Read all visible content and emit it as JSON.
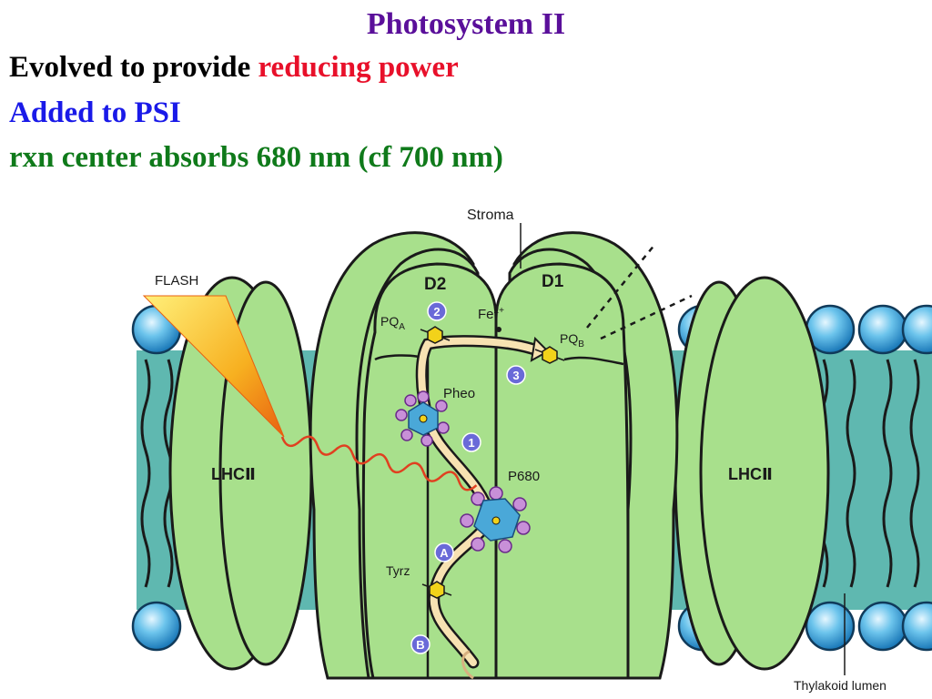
{
  "title": {
    "text": "Photosystem II",
    "color": "#5a0f9a"
  },
  "line1": {
    "prefix": "Evolved to provide ",
    "highlight": "reducing power",
    "prefix_color": "#000000",
    "highlight_color": "#e8102a"
  },
  "line2": {
    "text": "Added to PSI",
    "color": "#1a1ae8"
  },
  "line3": {
    "text": "rxn center absorbs 680 nm (cf 700 nm)",
    "color": "#0f7a1a"
  },
  "diagram": {
    "labels": {
      "stroma": "Stroma",
      "flash": "FLASH",
      "d2": "D2",
      "d1": "D1",
      "pqa_main": "PQ",
      "pqa_sub": "A",
      "fe_main": "Fe",
      "fe_sup": "2+",
      "pqb_main": "PQ",
      "pqb_sub": "B",
      "pheo": "Pheo",
      "p680": "P680",
      "tyrz": "Tyrz",
      "lhc_left": "LHCⅡ",
      "lhc_right": "LHCⅡ",
      "thylakoid_lumen": "Thylakoid lumen"
    },
    "steps": {
      "step_1": "1",
      "step_2": "2",
      "step_3": "3",
      "step_a": "A",
      "step_b": "B"
    },
    "colors": {
      "protein": "#a8e08c",
      "protein_outline": "#1a1a1a",
      "membrane": "#5fb8b0",
      "lipid_head": "#4ab0e0",
      "electron_path": "#f7e2b2",
      "flash": "#f5a820",
      "chlorophyll": "#4aa8d8",
      "chlorophyll_petal": "#c890d8",
      "step_badge": "#6a6ad8",
      "quinone": "#f2d21a",
      "wave": "#e04020"
    }
  }
}
